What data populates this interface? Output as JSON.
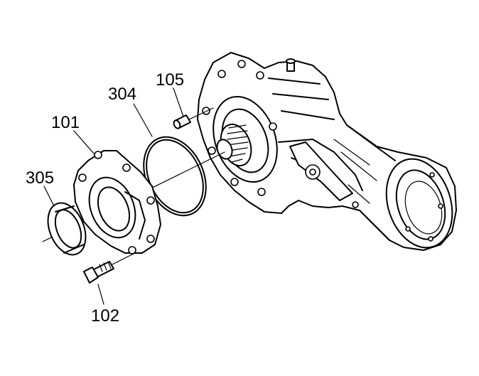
{
  "callouts": [
    {
      "id": "105",
      "text": "105"
    },
    {
      "id": "304",
      "text": "304"
    },
    {
      "id": "101",
      "text": "101"
    },
    {
      "id": "305",
      "text": "305"
    },
    {
      "id": "102",
      "text": "102"
    }
  ],
  "colors": {
    "line": "#000000",
    "background": "#ffffff"
  },
  "parts": [
    "dowel-pin",
    "o-ring",
    "rear-cover",
    "oil-seal",
    "bolt",
    "differential-housing"
  ]
}
